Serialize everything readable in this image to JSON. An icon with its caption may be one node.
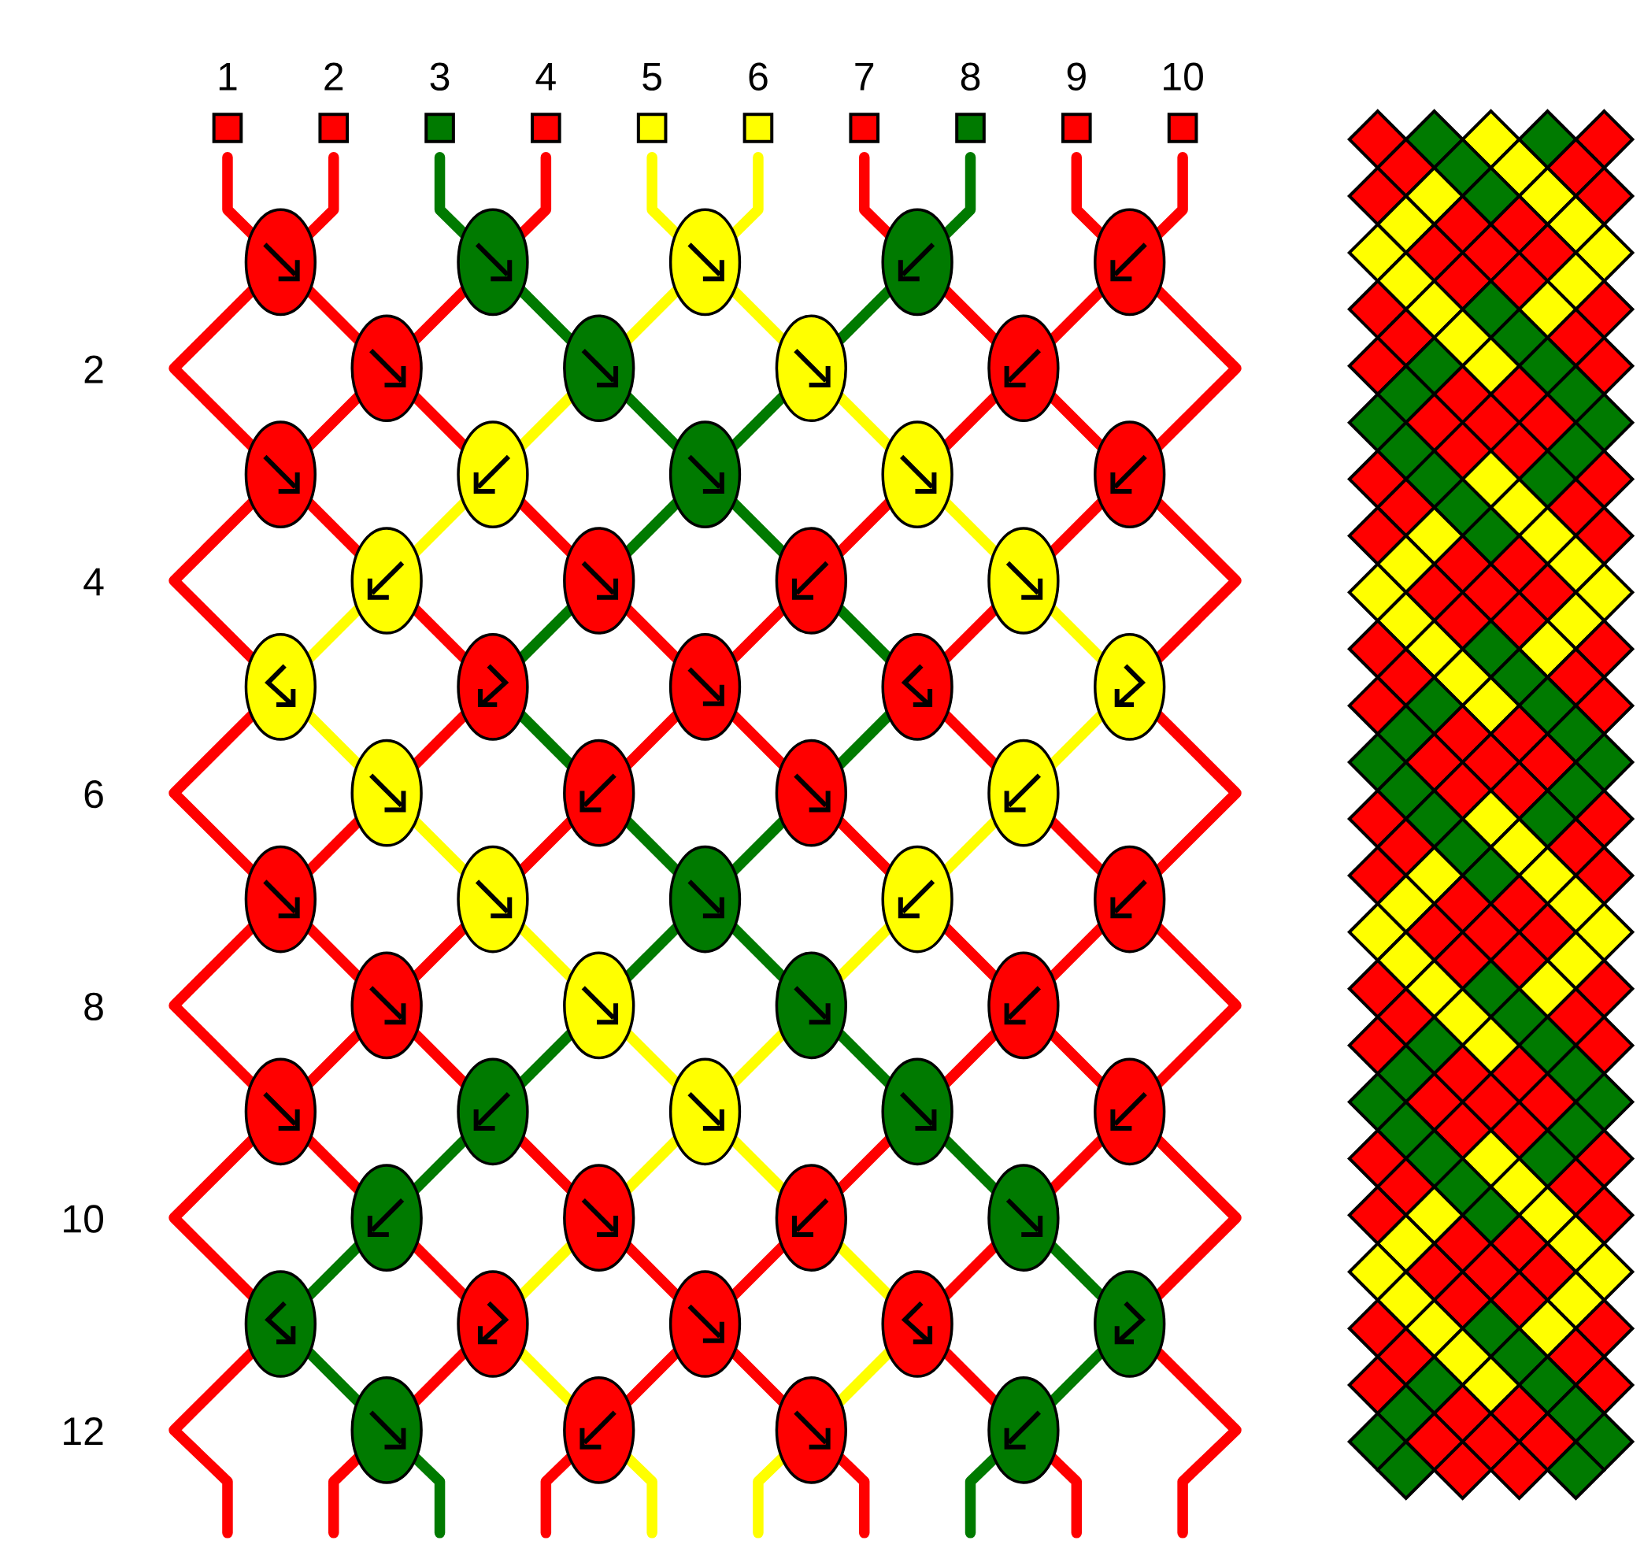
{
  "diagram": {
    "labels": [
      "1",
      "2",
      "3",
      "4",
      "5",
      "6",
      "7",
      "8",
      "9",
      "10",
      "2",
      "4",
      "6",
      "8",
      "10",
      "12"
    ]
  }
}
